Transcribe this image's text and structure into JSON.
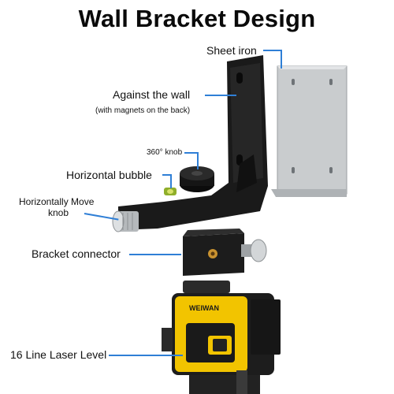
{
  "title": "Wall Bracket Design",
  "labels": {
    "sheet_iron": "Sheet iron",
    "against_wall": "Against the wall",
    "magnets_note": "(with magnets on the back)",
    "knob_360": "360° knob",
    "horizontal_bubble": "Horizontal bubble",
    "move_knob_line1": "Horizontally Move",
    "move_knob_line2": "knob",
    "bracket_connector": "Bracket connector",
    "laser_level": "16 Line Laser Level"
  },
  "brand": "WEIWAN",
  "colors": {
    "leader": "#2f7fd6",
    "bracket": "#1a1a1a",
    "yellow": "#f2c400",
    "plate": "#c9ccce"
  }
}
